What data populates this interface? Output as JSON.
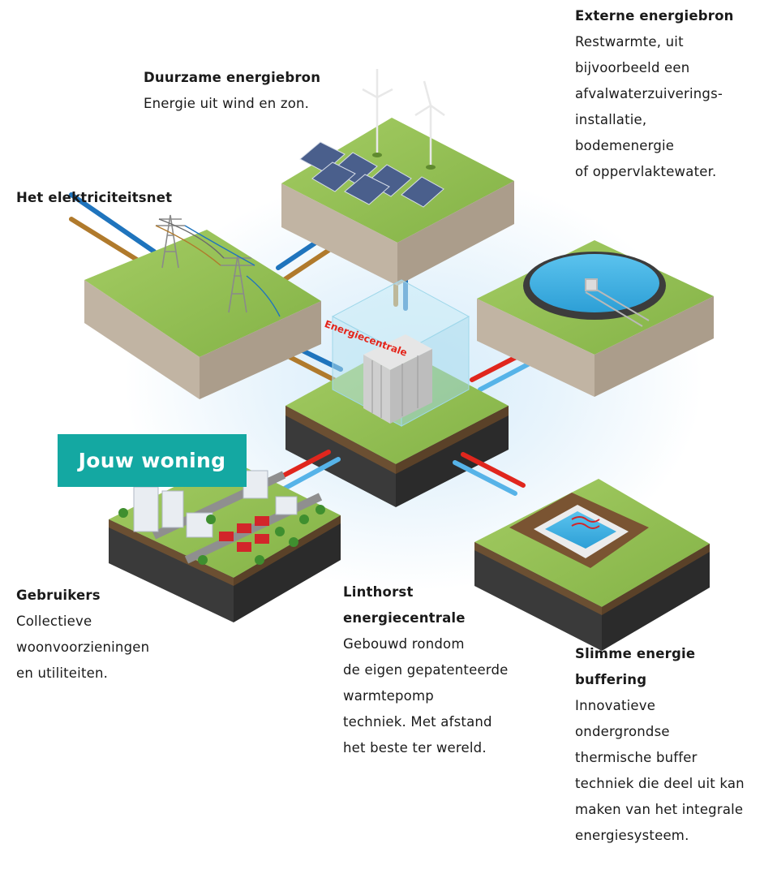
{
  "externe": {
    "title": "Externe energiebron",
    "lines": [
      "Restwarmte, uit",
      "bijvoorbeeld een",
      "afvalwaterzuiverings-",
      "installatie,",
      "bodemenergie",
      "of oppervlaktewater."
    ]
  },
  "duurzame": {
    "title": "Duurzame energiebron",
    "lines": [
      "Energie uit wind en zon."
    ]
  },
  "net": {
    "title": "Het elektriciteitsnet"
  },
  "centrale_tag": "Energiecentrale",
  "woning_badge": "Jouw woning",
  "gebruikers": {
    "title": "Gebruikers",
    "lines": [
      "Collectieve",
      "woonvoorzieningen",
      "en utiliteiten."
    ]
  },
  "linthorst": {
    "title_lines": [
      "Linthorst",
      "energiecentrale"
    ],
    "lines": [
      "Gebouwd rondom",
      "de eigen gepatenteerde",
      "warmtepomp",
      "techniek. Met afstand",
      "het beste ter wereld."
    ]
  },
  "buffer": {
    "title_lines": [
      "Slimme energie",
      "buffering"
    ],
    "lines": [
      "Innovatieve",
      "ondergrondse",
      "thermische buffer",
      "techniek die deel uit kan",
      "maken van het integrale",
      "energiesysteem."
    ]
  },
  "colors": {
    "grass": "#8dbb4c",
    "soil_light": "#c1b4a3",
    "soil_dark": "#3a3a3a",
    "pipe_blue": "#1f74bd",
    "pipe_red": "#e0261d",
    "pipe_brown": "#b07a2c",
    "badge": "#14a8a2"
  }
}
